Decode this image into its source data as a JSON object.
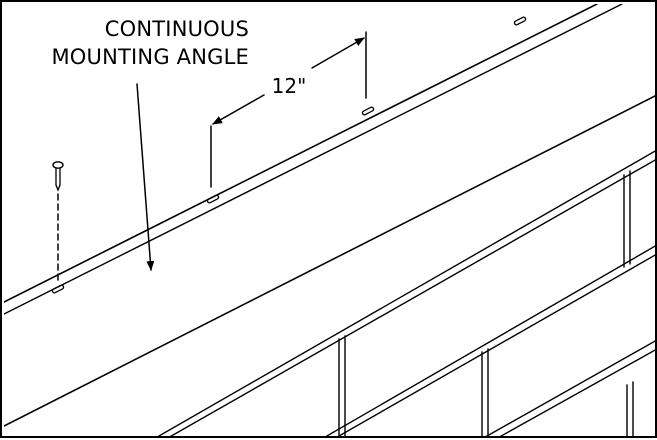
{
  "diagram": {
    "callout": {
      "line1": "CONTINUOUS",
      "line2": "MOUNTING ANGLE"
    },
    "dimension": {
      "label": "12\""
    }
  },
  "colors": {
    "line": "#000000",
    "background": "#ffffff"
  }
}
